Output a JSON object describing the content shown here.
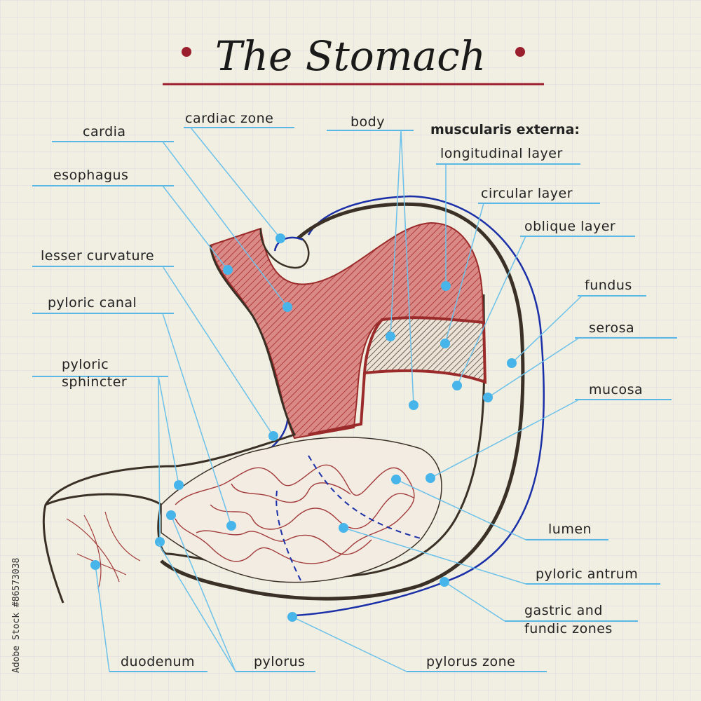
{
  "title": "The Stomach",
  "section_heading": "muscularis externa:",
  "labels": {
    "cardiac_zone": "cardiac zone",
    "body": "body",
    "cardia": "cardia",
    "esophagus": "esophagus",
    "lesser_curvature": "lesser curvature",
    "pyloric_canal": "pyloric canal",
    "pyloric_sphincter_1": "pyloric",
    "pyloric_sphincter_2": "sphincter",
    "longitudinal_layer": "longitudinal layer",
    "circular_layer": "circular layer",
    "oblique_layer": "oblique layer",
    "fundus": "fundus",
    "serosa": "serosa",
    "mucosa": "mucosa",
    "lumen": "lumen",
    "pyloric_antrum": "pyloric antrum",
    "gastric_fundic_1": "gastric and",
    "gastric_fundic_2": "fundic zones",
    "duodenum": "duodenum",
    "pylorus": "pylorus",
    "pylorus_zone": "pylorus zone"
  },
  "watermark": "Adobe Stock #86573038",
  "colors": {
    "background": "#f1efe1",
    "grid": "#d9dde3",
    "label_line": "#5ab7e6",
    "dot": "#48b5ea",
    "outline": "#3a3025",
    "muscle": "#b23c3c",
    "curvature": "#1a2fa8",
    "title_bar": "#9a1e2c"
  }
}
